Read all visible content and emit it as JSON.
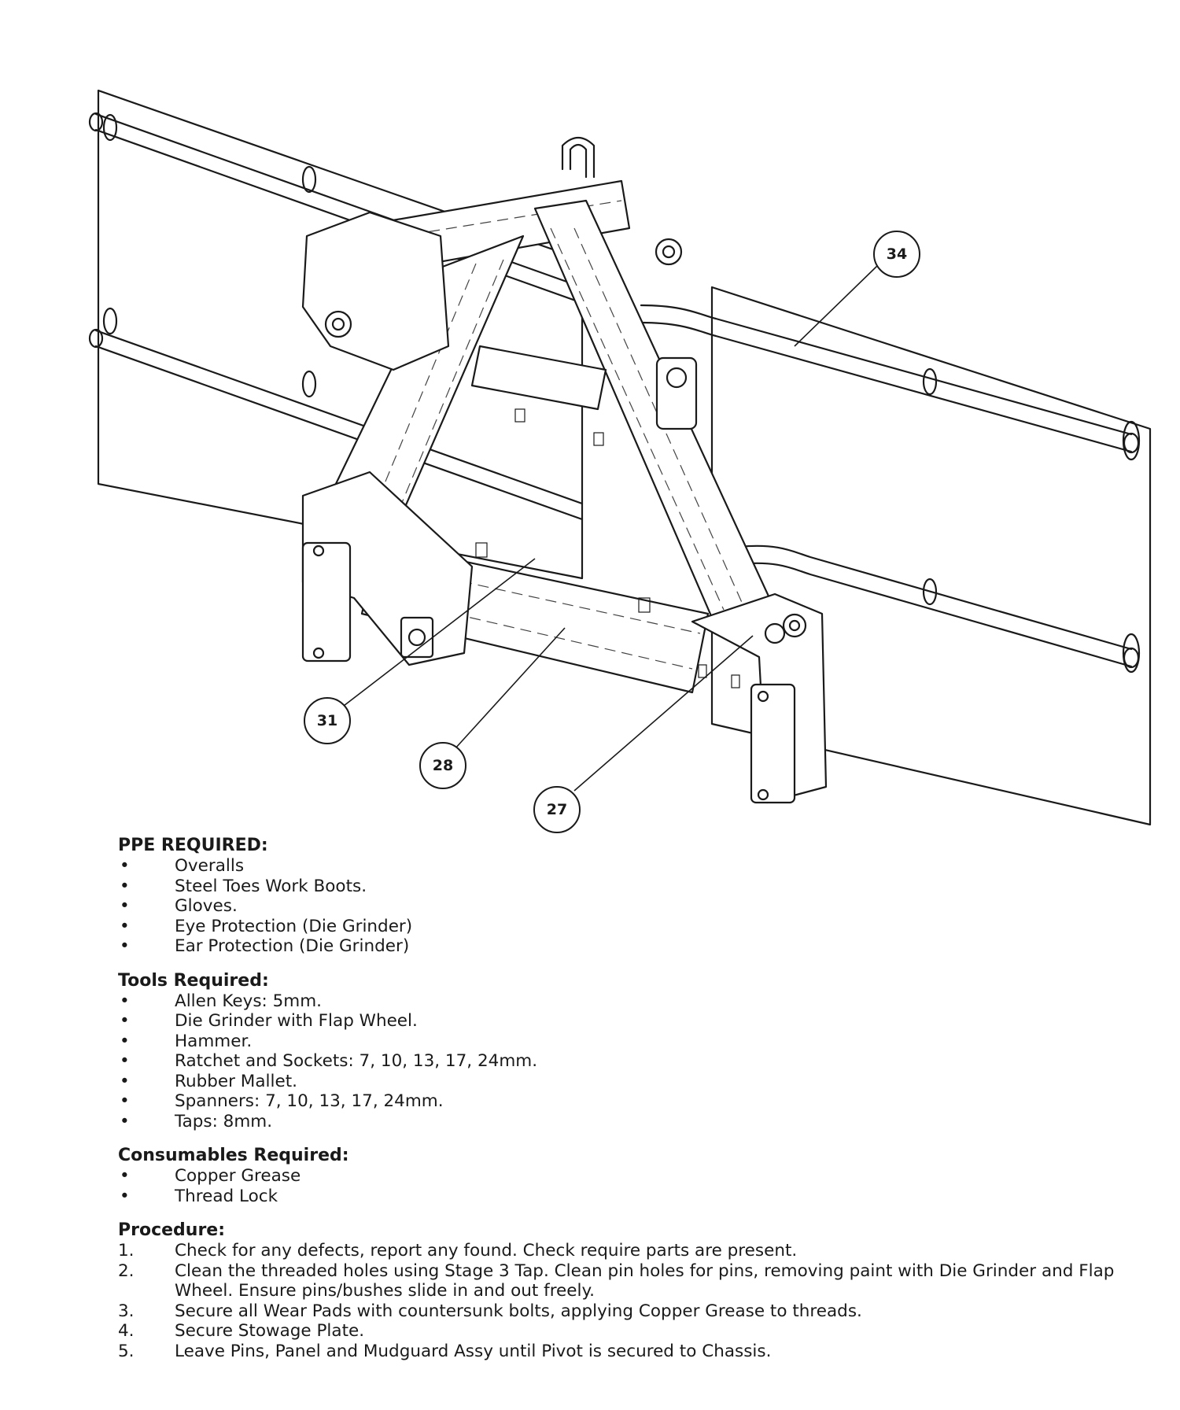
{
  "callouts": {
    "c34": "34",
    "c31": "31",
    "c28": "28",
    "c27": "27"
  },
  "ppe": {
    "title": "PPE REQUIRED:",
    "items": [
      "Overalls",
      "Steel Toes Work Boots.",
      "Gloves.",
      "Eye Protection (Die Grinder)",
      "Ear Protection (Die Grinder)"
    ]
  },
  "tools": {
    "title": "Tools Required:",
    "items": [
      "Allen Keys: 5mm.",
      "Die Grinder with Flap Wheel.",
      "Hammer.",
      "Ratchet and Sockets: 7, 10, 13, 17, 24mm.",
      "Rubber Mallet.",
      "Spanners: 7, 10, 13, 17, 24mm.",
      "Taps: 8mm."
    ]
  },
  "consumables": {
    "title": "Consumables Required:",
    "items": [
      "Copper Grease",
      "Thread Lock"
    ]
  },
  "procedure": {
    "title": "Procedure:",
    "steps": [
      {
        "num": "1.",
        "text": "Check for any defects, report any found. Check require parts are present."
      },
      {
        "num": "2.",
        "text": "Clean the threaded holes using Stage 3 Tap. Clean pin holes for pins, removing paint with Die Grinder and Flap Wheel. Ensure pins/bushes slide in and out freely."
      },
      {
        "num": "3.",
        "text": "Secure all Wear Pads with countersunk bolts, applying Copper Grease to threads."
      },
      {
        "num": "4.",
        "text": "Secure Stowage Plate."
      },
      {
        "num": "5.",
        "text": "Leave Pins, Panel and Mudguard Assy until Pivot is secured to Chassis."
      }
    ]
  }
}
